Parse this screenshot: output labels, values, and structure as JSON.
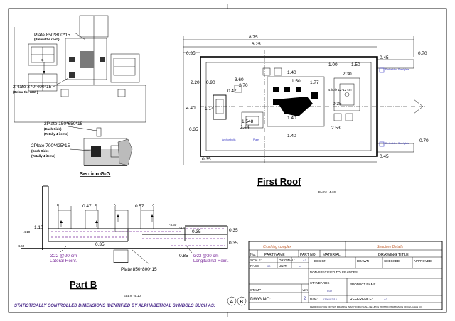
{
  "top_left": {
    "plate_roof": "Plate 850*800*15",
    "plate_roof_note": "(Below the roof )",
    "plate2": "2Plate 370*400*15",
    "plate2_note": "(Below the roof )",
    "g_marker": "G"
  },
  "section_g": {
    "plate150": "2Plate 150*650*15",
    "plate150_note1": "(Each Side)",
    "plate150_note2": "(Totally 4 items)",
    "plate700": "2Plate 700*425*15",
    "plate700_note1": "(Each Side)",
    "plate700_note2": "(Totally 4 items)",
    "title": "Section G-G"
  },
  "first_roof": {
    "title": "First Roof",
    "elev": "ELEV. -4.10",
    "dims": [
      "8.75",
      "6.25",
      "0.35",
      "0.45",
      "0.70",
      "1.00",
      "1.50",
      "2.20",
      "0.90",
      "3.60",
      "2.70",
      "1.40",
      "1.50",
      "1.77",
      "2.30",
      "0.47",
      "1.14",
      "0.35",
      "4.40",
      "1.548",
      "2.44",
      "1.40",
      "2.53",
      "1.40",
      "0.70",
      "0.35",
      "0.45",
      "4.hole 12*12 cm",
      "0.35"
    ],
    "notes": [
      "Embedded Steelplate",
      "Embedded Steelplate",
      "Anchor bolts",
      "Plate"
    ]
  },
  "part_b": {
    "title": "Part B",
    "elev": "ELEV. -4.10",
    "dims": [
      "0.47",
      "0.57",
      "1.10",
      "-4.10",
      "-4.60",
      "0.35",
      "-3.60",
      "-3.95",
      "0.35",
      "0.35",
      "0.85",
      "0.35"
    ],
    "lateral_bar": "Ø22 @20 cm",
    "lateral_label": "Lateral Reinf.",
    "long_bar": "Ø22 @20 cm",
    "long_label": "Longitudinal Reinf.",
    "plate": "Plate 850*800*15",
    "markers": [
      "B",
      "B",
      "A",
      "A"
    ]
  },
  "footer_note": "STATISTICALLY CONTROLLED DIMENSIONS IDENTIFIED BY ALPHABETICAL SYMBOLS SUCH AS:",
  "footer_symbols": [
    "A",
    "B"
  ],
  "title_block": {
    "col1": "Crushing complex",
    "col2": "Structure Details",
    "no": "No.",
    "part_name": "PART NAME",
    "part_no": "PART NO.",
    "material": "MATERIAL",
    "drawing_title": "DRAWING TITLE",
    "scale": "SCALE:",
    "scale_val": "---",
    "original": "ORIGINAL:",
    "original_val": "A3",
    "page": "PAGE:",
    "page_val": "00",
    "unit": "UNIT:",
    "unit_val": "m",
    "design": "DESIGN",
    "drawn": "DRAWN",
    "checked": "CHECKED",
    "approved": "APPROVED",
    "non_spec": "NON-SPECIFIED TOLERANCES",
    "standards": "STANDARDS",
    "standards_val": "ISO",
    "product_name": "PRODUCT NAME",
    "stamp": "STAMP",
    "ver": "VER",
    "ver_val": "2",
    "date": "Date:",
    "date_val": "1396/02/16",
    "dwg_no": "DWG.NO:",
    "dwg_val": "--- ---",
    "reference": "REFERENCE:",
    "reference_val": "A0",
    "copyright": "REPRODUCTION OF THIS DRAWING IN ANY FORM SHALL BE UPON WRITTEN PERMISSION OF CHUGHAN CO."
  }
}
